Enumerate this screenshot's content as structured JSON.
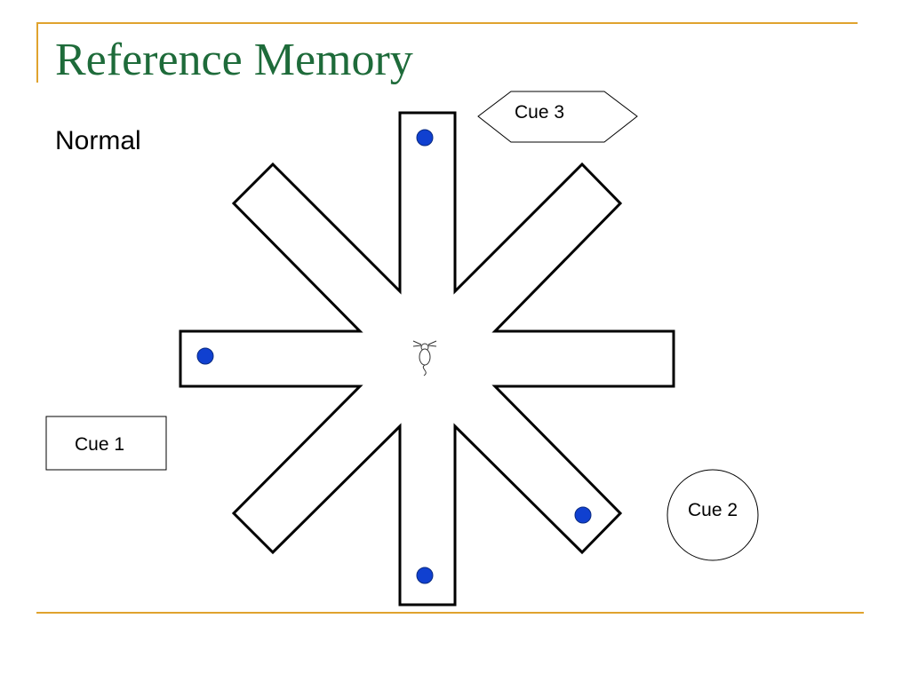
{
  "slide": {
    "title": "Reference Memory",
    "title_color": "#1E6B3A",
    "subtitle": "Normal",
    "rule_color": "#E0A32E"
  },
  "maze": {
    "arm_count": 8,
    "baited_arm_color": "#1040D0"
  },
  "cues": [
    {
      "label": "Cue 1",
      "shape": "rectangle"
    },
    {
      "label": "Cue 2",
      "shape": "circle"
    },
    {
      "label": "Cue 3",
      "shape": "hexagon"
    }
  ]
}
